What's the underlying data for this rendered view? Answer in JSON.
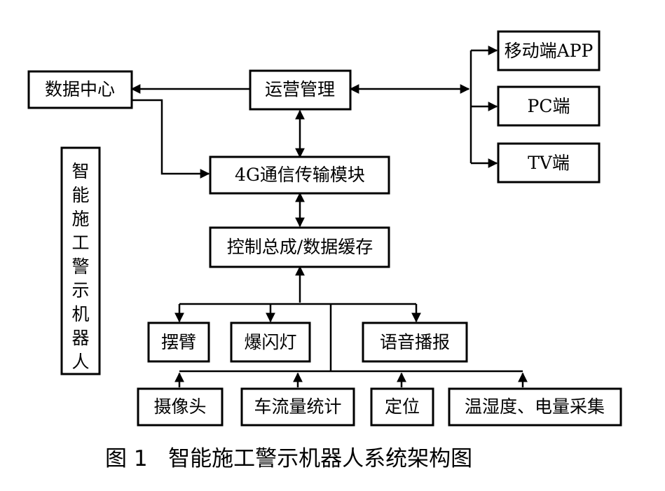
{
  "caption": "图 1   智能施工警示机器人系统架构图",
  "side_label": "智能施工警示机器人",
  "nodes": {
    "data_center": "数据中心",
    "ops_mgmt": "运营管理",
    "mobile_app": "移动端APP",
    "pc": "PC端",
    "tv": "TV端",
    "comm_module": "4G通信传输模块",
    "control": "控制总成/数据缓存",
    "swing_arm": "摆臂",
    "strobe": "爆闪灯",
    "voice": "语音播报",
    "camera": "摄像头",
    "traffic_count": "车流量统计",
    "positioning": "定位",
    "env_power": "温湿度、电量采集"
  }
}
